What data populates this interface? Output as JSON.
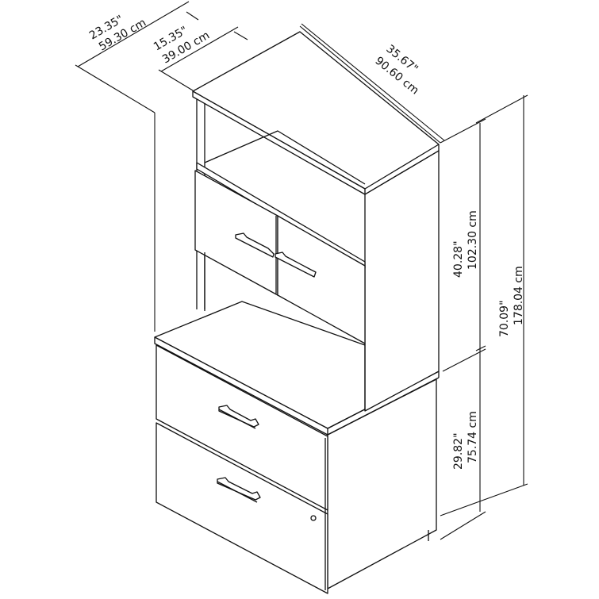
{
  "diagram": {
    "subject": "Lateral file cabinet with hutch - dimension drawing",
    "dimensions": {
      "total_depth": {
        "inches": "23.35\"",
        "cm": "59.30 cm"
      },
      "hutch_depth": {
        "inches": "15.35\"",
        "cm": "39.00 cm"
      },
      "width": {
        "inches": "35.67\"",
        "cm": "90.60 cm"
      },
      "hutch_height": {
        "inches": "40.28\"",
        "cm": "102.30 cm"
      },
      "total_height": {
        "inches": "70.09\"",
        "cm": "178.04 cm"
      },
      "cabinet_height": {
        "inches": "29.82\"",
        "cm": "75.74 cm"
      }
    },
    "components": [
      "hutch-top",
      "open-shelf",
      "left-door",
      "right-door",
      "lower-file-drawer-top",
      "lower-file-drawer-bottom",
      "lock"
    ]
  }
}
